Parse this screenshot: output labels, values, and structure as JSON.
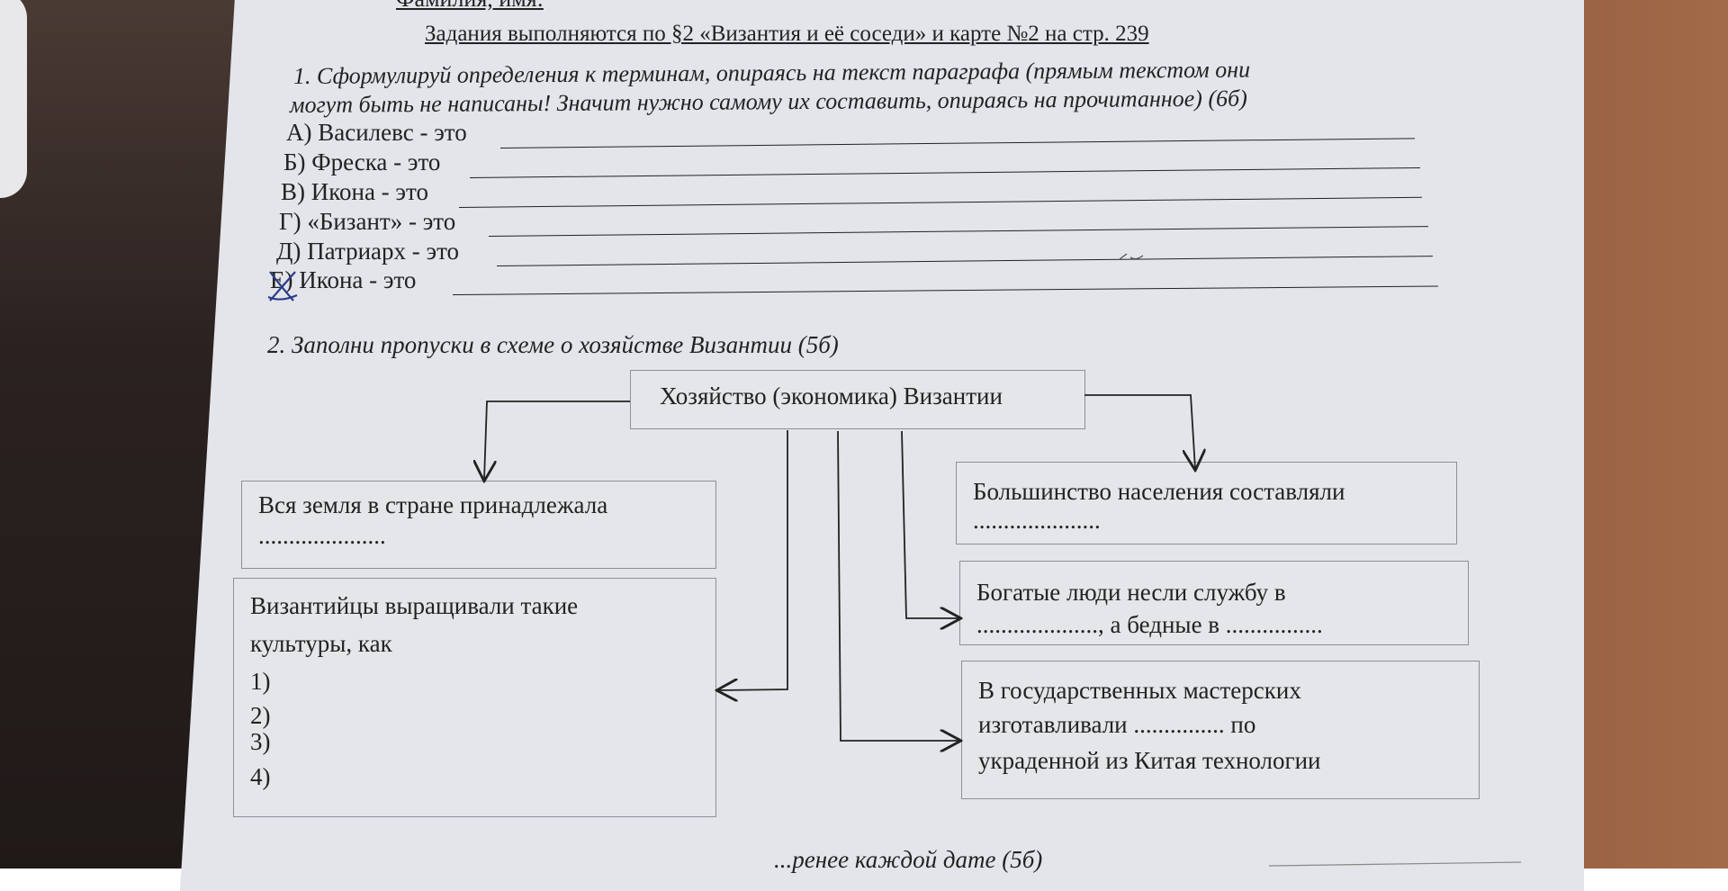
{
  "header": {
    "cut_text": "Фамилия, имя:",
    "title": "Задания выполняются по §2 «Византия и её соседи» и карте №2 на стр. 239"
  },
  "task1": {
    "prompt_line1": "1. Сформулируй определения к терминам, опираясь на текст параграфа (прямым текстом они",
    "prompt_line2": "могут быть не написаны! Значит нужно самому их составить, опираясь на прочитанное) (6б)",
    "items": [
      {
        "label": "А) Василевс - это"
      },
      {
        "label": "Б) Фреска - это"
      },
      {
        "label": "В) Икона - это"
      },
      {
        "label": "Г) «Бизант» - это"
      },
      {
        "label": "Д) Патриарх - это"
      },
      {
        "label": "Е) Икона - это"
      }
    ]
  },
  "task2": {
    "prompt": "2. Заполни пропуски в схеме о хозяйстве Византии (5б)",
    "center": "Хозяйство (экономика) Византии",
    "land": [
      "Вся земля в стране принадлежала",
      "....................."
    ],
    "crops": [
      "Византийцы выращивали такие",
      "культуры, как",
      "1)",
      "2)",
      "3)",
      "4)"
    ],
    "population": [
      "Большинство населения составляли",
      "....................."
    ],
    "service": [
      "Богатые люди несли службу в",
      "...................., а бедные в ................"
    ],
    "workshops": [
      "В государственных мастерских",
      "изготавливали ............... по",
      "украденной из Китая технологии"
    ]
  },
  "footer": {
    "cut_text": "...ренее каждой дате (5б)"
  }
}
